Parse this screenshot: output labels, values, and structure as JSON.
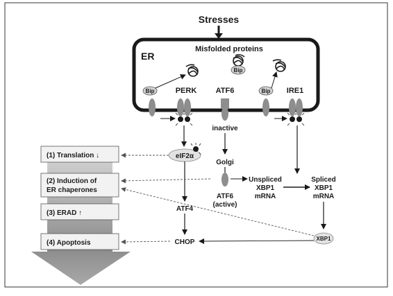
{
  "header": {
    "stresses": "Stresses"
  },
  "er": {
    "label": "ER",
    "misfolded": "Misfolded proteins"
  },
  "sensors": {
    "perk": "PERK",
    "atf6": "ATF6",
    "ire1": "IRE1",
    "bip": "Bip"
  },
  "pathway": {
    "inactive": "inactive",
    "eif2a": "eIF2α",
    "golgi": "Golgi",
    "atf6_active_line1": "ATF6",
    "atf6_active_line2": "(active)",
    "unspliced_line1": "Unspliced",
    "unspliced_line2": "XBP1",
    "unspliced_line3": "mRNA",
    "spliced_line1": "Spliced",
    "spliced_line2": "XBP1",
    "spliced_line3": "mRNA",
    "atf4": "ATF4",
    "chop": "CHOP",
    "xbp1": "XBP1"
  },
  "outcomes": {
    "translation": "(1) Translation ↓",
    "induction_line1": "(2) Induction of",
    "induction_line2": "ER chaperones",
    "erad": "(3) ERAD ↑",
    "apoptosis": "(4) Apoptosis"
  },
  "colors": {
    "protein_gray": "#8e8e8e",
    "bip_fill": "#d3d3d3",
    "ellipse_fill": "#e2e2e2",
    "outcome_box_fill": "#f2f2f2",
    "arrow_shaft_top": "#c8c8c8",
    "arrow_shaft_bottom": "#8a8a8a",
    "dark": "#1a1a1a"
  }
}
